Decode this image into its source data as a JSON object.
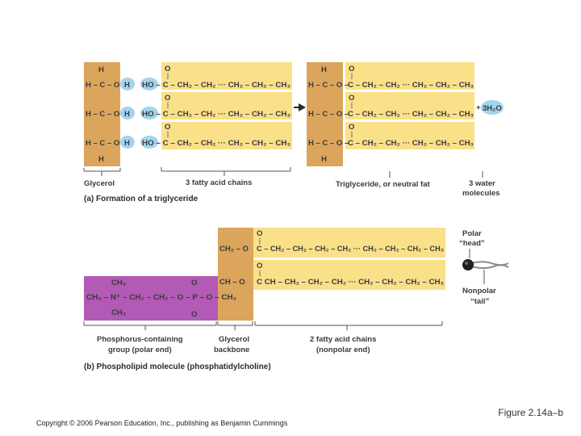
{
  "glycerol": {
    "h_top": "H",
    "h_bottom": "H",
    "rows": [
      "H – C – O",
      "H – C – O",
      "H – C – O"
    ],
    "h_atom": "H",
    "label": "Glycerol"
  },
  "fatty_acid": {
    "oxygen": "O",
    "rows": [
      "HO – C – CH₂ – CH₂ ··· CH₂ – CH₂ – CH₃",
      "HO – C – CH₂ – CH₂ ··· CH₂ – CH₂ – CH₃",
      "HO – C – CH₂ – CH₂ ··· CH₂ – CH₂ – CH₃"
    ],
    "label": "3 fatty acid chains"
  },
  "triglyceride": {
    "h_top": "H",
    "h_bottom": "H",
    "glycerol_rows": [
      "H – C – O –",
      "H – C – O –",
      "H – C – O –"
    ],
    "oxygen": "O",
    "chain_rows": [
      "C – CH₂ – CH₂ ··· CH₂ – CH₂ – CH₃",
      "C – CH₂ – CH₂ ··· CH₂ – CH₂ – CH₃",
      "C – CH₂ – CH₂ ··· CH₂ – CH₂ – CH₃"
    ],
    "label": "Triglyceride, or neutral fat"
  },
  "water": {
    "plus": "+",
    "formula": "3H₂O",
    "label_line1": "3 water",
    "label_line2": "molecules"
  },
  "part_a_title": "(a) Formation of a triglyceride",
  "phospholipid": {
    "group_line1": "CH₃",
    "group_line2": "CH₃ – N⁺ – CH₂ – CH₂ – O – P – O – CH₂",
    "group_line3": "CH₃",
    "phosphate_top": "O",
    "phosphate_bottom": "O",
    "backbone_top": "CH₂ – O",
    "backbone_mid": "CH – O",
    "oxygen": "O",
    "chain_rows": [
      "C – CH₂ – CH₂ – CH₂ – CH₂ ··· CH₂ – CH₂ – CH₂ – CH₃",
      "C   CH – CH₂ – CH₂ – CH₂ ··· CH₂ – CH₂ – CH₂ – CH₃"
    ],
    "label_polar_line1": "Phosphorus-containing",
    "label_polar_line2": "group (polar end)",
    "label_backbone_line1": "Glycerol",
    "label_backbone_line2": "backbone",
    "label_chains_line1": "2 fatty acid chains",
    "label_chains_line2": "(nonpolar end)",
    "head_line1": "Polar",
    "head_line2": "“head”",
    "tail_line1": "Nonpolar",
    "tail_line2": "“tail”"
  },
  "part_b_title": "(b) Phospholipid molecule (phosphatidylcholine)",
  "colors": {
    "glycerol": "#dba55c",
    "fatty_acid": "#fbe08a",
    "phosphate_group": "#b25ab5",
    "highlight": "#a3d4ee",
    "arrow": "#2a2a2a"
  },
  "figure_label": "Figure 2.14a–b",
  "copyright": "Copyright © 2006 Pearson Education, Inc., publishing as Benjamin Cummings"
}
